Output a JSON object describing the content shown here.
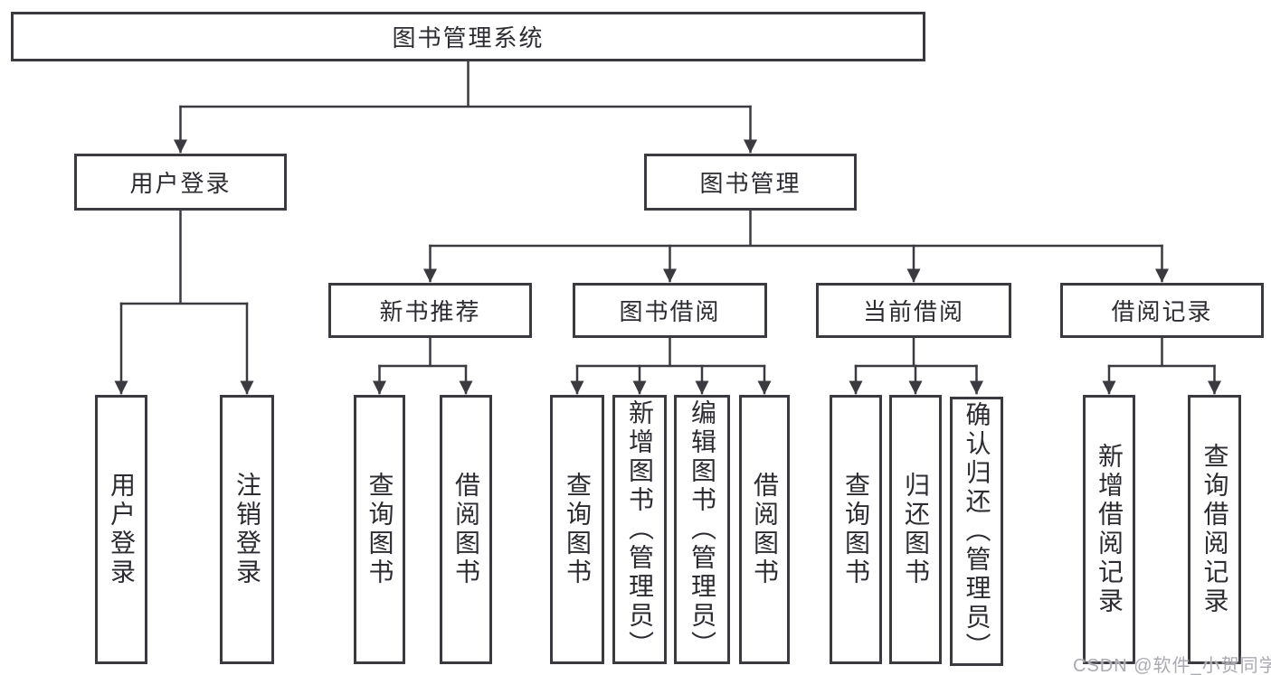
{
  "tree": {
    "root": {
      "label": "图书管理系统",
      "children": [
        {
          "label": "用户登录",
          "children": [
            {
              "label": "用户登录"
            },
            {
              "label": "注销登录"
            }
          ]
        },
        {
          "label": "图书管理",
          "children": [
            {
              "label": "新书推荐",
              "children": [
                {
                  "label": "查询图书"
                },
                {
                  "label": "借阅图书"
                }
              ]
            },
            {
              "label": "图书借阅",
              "children": [
                {
                  "label": "查询图书"
                },
                {
                  "label": "新增图书（管理员）"
                },
                {
                  "label": "编辑图书（管理员）"
                },
                {
                  "label": "借阅图书"
                }
              ]
            },
            {
              "label": "当前借阅",
              "children": [
                {
                  "label": "查询图书"
                },
                {
                  "label": "归还图书"
                },
                {
                  "label": "确认归还（管理员）"
                }
              ]
            },
            {
              "label": "借阅记录",
              "children": [
                {
                  "label": "新增借阅记录"
                },
                {
                  "label": "查询借阅记录"
                }
              ]
            }
          ]
        }
      ]
    }
  },
  "watermark": {
    "text": "CSDN @软件_小贺同学"
  },
  "colors": {
    "line": "#3a3a40",
    "text": "#2b2b31",
    "watermark": "#aaaab2",
    "background": "#ffffff"
  }
}
